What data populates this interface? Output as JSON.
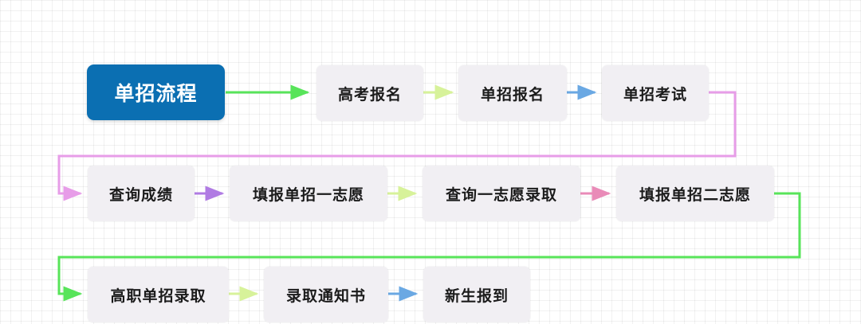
{
  "flow": {
    "start": "单招流程",
    "row1": [
      "高考报名",
      "单招报名",
      "单招考试"
    ],
    "row2": [
      "查询成绩",
      "填报单招一志愿",
      "查询一志愿录取",
      "填报单招二志愿"
    ],
    "row3": [
      "高职单招录取",
      "录取通知书",
      "新生报到"
    ]
  },
  "colors": {
    "start_bg": "#0b6fb2",
    "node_bg": "#f1eff3",
    "green": "#58e45a",
    "lime": "#d7f29a",
    "blue": "#6aa8e3",
    "pink": "#e79de8",
    "purple": "#b07be3",
    "rose": "#e98bb8"
  }
}
